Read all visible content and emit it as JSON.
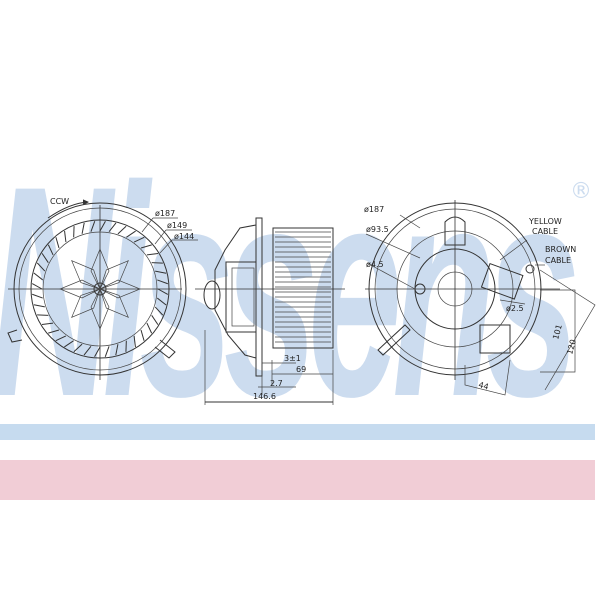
{
  "watermark": {
    "brand": "Nissens",
    "registered_mark": "®",
    "color": "#b9cfe8"
  },
  "bands": {
    "top_color": "#c6dbef",
    "bottom_color": "#f1cdd6"
  },
  "front_view": {
    "rotation_label": "CCW",
    "dims": [
      "ø187",
      "ø149",
      "ø144"
    ]
  },
  "side_view": {
    "dims": {
      "gap": "3±1",
      "depth": "69",
      "offset": "2.7",
      "overall": "146.6"
    }
  },
  "rear_view": {
    "dims": {
      "outer": "ø187",
      "inner": "ø93.5",
      "hole": "ø4.5",
      "pin": "ø2.5",
      "d101": "101",
      "d120": "120",
      "d44": "44"
    },
    "callouts": {
      "yellow": "YELLOW\nCABLE",
      "yellow_l1": "YELLOW",
      "yellow_l2": "CABLE",
      "brown_l1": "BROWN",
      "brown_l2": "CABLE"
    }
  }
}
